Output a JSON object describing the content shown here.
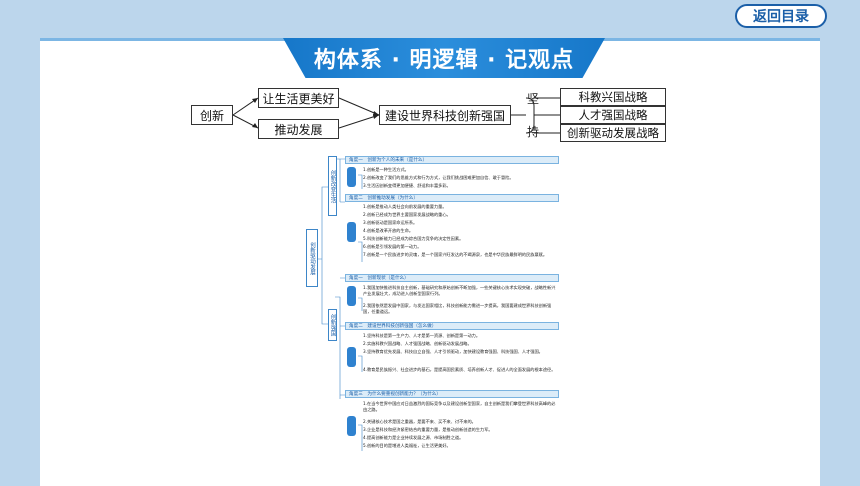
{
  "nav": {
    "return_label": "返回目录"
  },
  "header": {
    "title": "构体系 · 明逻辑 · 记观点"
  },
  "map": {
    "root": "创新",
    "mid": [
      "让生活更美好",
      "推动发展"
    ],
    "center": "建设世界科技创新强国",
    "connector_top": "坚",
    "connector_bottom": "持",
    "strategies": [
      "科教兴国战略",
      "人才强国战略",
      "创新驱动发展战略"
    ]
  },
  "tree": {
    "root_tag": "创新驱动发展",
    "branches": [
      {
        "tag": "创新改变生活",
        "sections": [
          {
            "title": "角度一　创新为个人的未来（是什么）",
            "items": [
              "1.创新是一种生活方式。",
              "2.创新改变了我们的思维方式和行为方式，让我们挑战困难更加自信、敢于冒险。",
              "3.生活因创新变得更加便捷、舒适和丰富多彩。"
            ]
          },
          {
            "title": "角度二　创新推动发展（为什么）",
            "items": [
              "1.创新是推动人类社会向前发展的重要力量。",
              "2.创新已经成为世界主要国家发展战略的重心。",
              "3.创新驱动是国家命运所系。",
              "4.创新是改革开放的生命。",
              "5.科技创新能力已经成为综合国力竞争的决定性因素。",
              "6.创新是引领发展的第一动力。",
              "7.创新是一个民族进步的灵魂，是一个国家兴旺发达的不竭源泉，也是中华民族最鲜明的民族禀赋。"
            ]
          }
        ]
      },
      {
        "tag": "创新强国",
        "sections": [
          {
            "title": "角度一　创新现状（是什么）",
            "items": [
              "1.我国加快推进科技自主创新，基础研究和原始创新不断加强，一些关键核心技术实现突破，战略性新兴产业发展壮大，成功进入创新型国家行列。",
              "2.我国依然是发展中国家，与发达国家相比，科技创新能力需进一步提高，我国要建成世界科技创新强国，任重道远。"
            ]
          },
          {
            "title": "角度二　建设世界科技创新强国（怎么做）",
            "items": [
              "1.坚持科技是第一生产力、人才是第一资源、创新是第一动力。",
              "2.实施科教兴国战略、人才强国战略、创新驱动发展战略。",
              "3.坚持教育优先发展、科技自立自强、人才引领驱动，加快建设教育强国、科技强国、人才强国。",
              "4.教育是民族振兴、社会进步的基石，是提高国民素质、培养创新人才、促进人的全面发展的根本途径。"
            ]
          },
          {
            "title": "角度三　为什么要重视创新能力？（为什么）",
            "items": [
              "1.在当今世界中国应对日益激烈的国际竞争以及建设创新型国家，自主创新是我们攀登世界科技高峰的必由之路。",
              "2.关键核心技术是国之重器，是要不来、买不来、讨不来的。",
              "3.企业是科技和经济紧密结合的重要力量，是推动创新创造的生力军。",
              "4.提高创新能力是企业持续发展之源、市场制胜之道。",
              "5.创新的目的是增进人类福祉，让生活更美好。"
            ]
          }
        ]
      }
    ]
  },
  "colors": {
    "accent": "#1b5fa8",
    "banner": "#1677c9",
    "background": "#bcd6ec"
  }
}
